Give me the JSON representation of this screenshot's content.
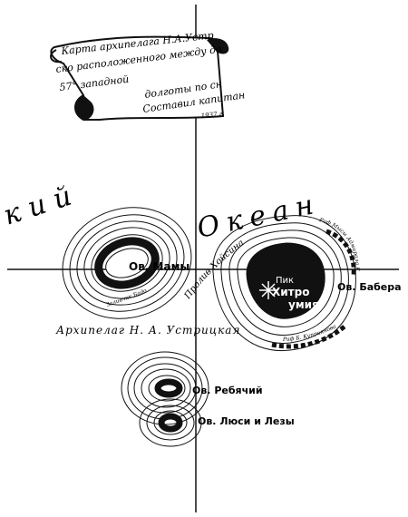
{
  "cartouche": {
    "lines": [
      "Карта архипелага Н.А.Устр",
      "ско расположенного между дв",
      "57° западной",
      "долготы по сн",
      "Составил капитан",
      "1937 г."
    ]
  },
  "ocean_label_left": "кий",
  "ocean_label_right": "Океан",
  "strait_label": "Пролив Хойсина",
  "archipelago_label": "Архипелаг Н. А. Устрицкая",
  "islands": {
    "mamy": "Ов. Мамы",
    "mamy_bay": "Заливчик Бадо",
    "peak": "Пик",
    "peak_name_1": "Хитро",
    "peak_name_2": "умия",
    "babera": "Ов. Бабера",
    "rebyachiy": "Ов. Ребячий",
    "lyusi": "Ов. Люси и Лезы",
    "reef_top": "Риф Мысы Адмирала Куприянова",
    "reef_bottom": "Риф Б. Куприянова"
  },
  "colors": {
    "ink": "#111111",
    "paper": "#ffffff"
  }
}
